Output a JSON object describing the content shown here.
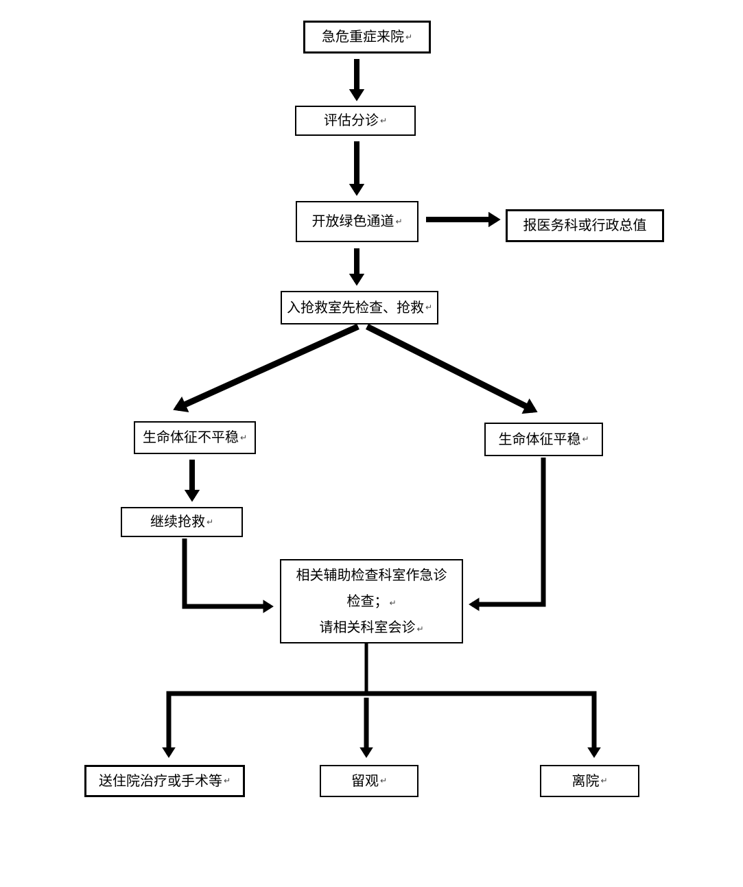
{
  "page": {
    "background_color": "#ffffff",
    "line_color": "#000000"
  },
  "return_mark": "↵",
  "nodes": {
    "arrival": {
      "label": "急危重症来院"
    },
    "triage": {
      "label": "评估分诊"
    },
    "green_channel": {
      "label": "开放绿色通道"
    },
    "report": {
      "label": "报医务科或行政总值"
    },
    "rescue_room": {
      "label": "入抢救室先检查、抢救"
    },
    "unstable": {
      "label": "生命体征不平稳"
    },
    "stable": {
      "label": "生命体征平稳"
    },
    "continue_rescue": {
      "label": "继续抢救"
    },
    "aux_exam": {
      "lines": [
        "相关辅助检查科室作急诊",
        "检查；",
        "请相关科室会诊"
      ]
    },
    "admit": {
      "label": "送住院治疗或手术等"
    },
    "observe": {
      "label": "留观"
    },
    "discharge": {
      "label": "离院"
    }
  },
  "edges": [
    {
      "from": "arrival",
      "to": "triage"
    },
    {
      "from": "triage",
      "to": "green_channel"
    },
    {
      "from": "green_channel",
      "to": "report"
    },
    {
      "from": "green_channel",
      "to": "rescue_room"
    },
    {
      "from": "rescue_room",
      "to": "unstable"
    },
    {
      "from": "rescue_room",
      "to": "stable"
    },
    {
      "from": "unstable",
      "to": "continue_rescue"
    },
    {
      "from": "continue_rescue",
      "to": "aux_exam"
    },
    {
      "from": "stable",
      "to": "aux_exam"
    },
    {
      "from": "aux_exam",
      "to": "admit"
    },
    {
      "from": "aux_exam",
      "to": "observe"
    },
    {
      "from": "aux_exam",
      "to": "discharge"
    }
  ]
}
